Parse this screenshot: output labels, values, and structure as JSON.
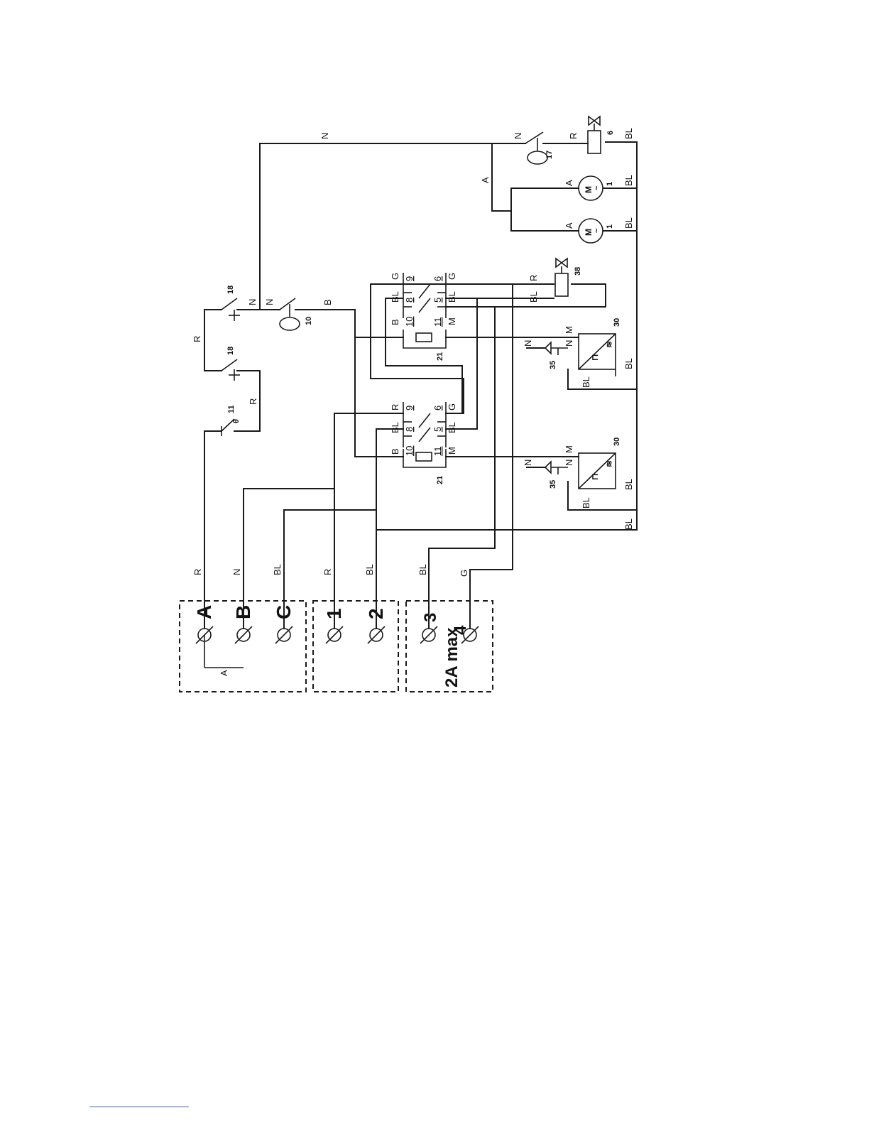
{
  "terminals": {
    "block1": [
      "A",
      "B",
      "C"
    ],
    "block2": [
      "1",
      "2"
    ],
    "block3": [
      "3",
      "4"
    ],
    "block3_rating": "2A max",
    "bridge_label": "A"
  },
  "wires": {
    "R": "R",
    "N": "N",
    "BL": "BL",
    "G": "G",
    "A": "A",
    "B": "B",
    "M": "M"
  },
  "components": {
    "thermostat_11": "11",
    "theta": "θ",
    "switch_18": "18",
    "pressostat_10": "10",
    "pressostat_17": "17",
    "relay_21": "21",
    "heater_30": "30",
    "sensor_35": "35",
    "motor_1": "1",
    "motor_symbol": "M",
    "motor_ac": "~",
    "valve_6": "6",
    "valve_38": "38",
    "heater_wave": "≋",
    "heater_symbol": "⊓"
  },
  "relay_contacts": {
    "top": [
      "9",
      "6"
    ],
    "mid": [
      "8",
      "5"
    ],
    "bottom": [
      "10",
      "11"
    ]
  }
}
